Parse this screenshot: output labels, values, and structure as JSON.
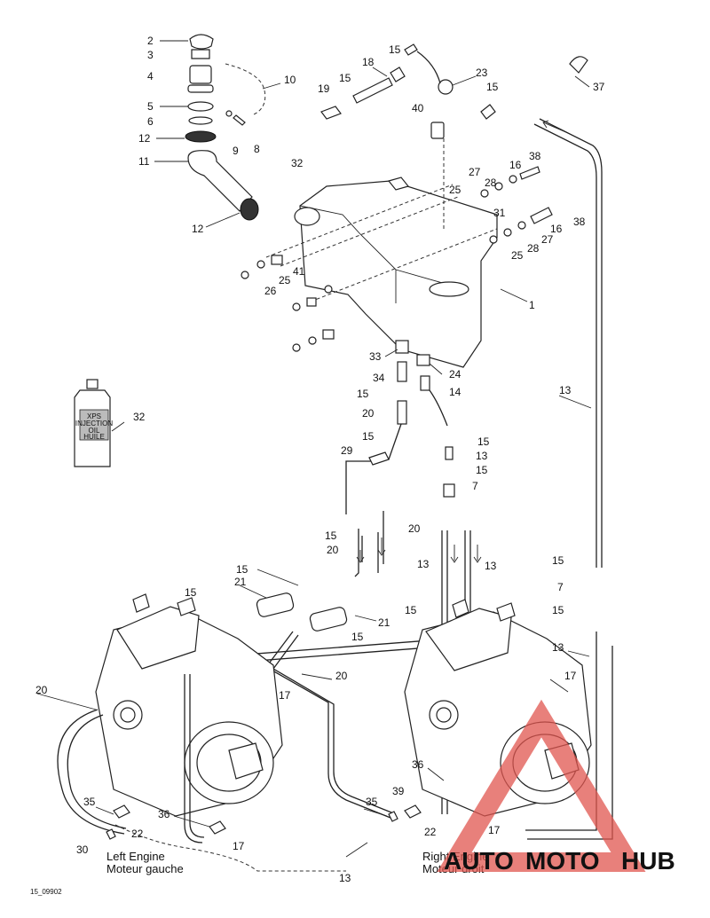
{
  "diagram": {
    "reference_code": "15_09902",
    "captions": {
      "left_engine_en": "Left Engine",
      "left_engine_fr": "Moteur gauche",
      "right_engine_en": "Right Engine",
      "right_engine_fr": "Moteur droit"
    },
    "bottle": {
      "lines": [
        "XPS",
        "INJECTION",
        "OIL",
        "HUILE"
      ]
    },
    "callouts": [
      {
        "id": "c2",
        "text": "2"
      },
      {
        "id": "c3",
        "text": "3"
      },
      {
        "id": "c4",
        "text": "4"
      },
      {
        "id": "c5",
        "text": "5"
      },
      {
        "id": "c6",
        "text": "6"
      },
      {
        "id": "c12a",
        "text": "12"
      },
      {
        "id": "c11",
        "text": "11"
      },
      {
        "id": "c9",
        "text": "9"
      },
      {
        "id": "c8",
        "text": "8"
      },
      {
        "id": "c10",
        "text": "10"
      },
      {
        "id": "c12b",
        "text": "12"
      },
      {
        "id": "c32a",
        "text": "32"
      },
      {
        "id": "c19",
        "text": "19"
      },
      {
        "id": "c15a",
        "text": "15"
      },
      {
        "id": "c18",
        "text": "18"
      },
      {
        "id": "c15b",
        "text": "15"
      },
      {
        "id": "c23",
        "text": "23"
      },
      {
        "id": "c15c",
        "text": "15"
      },
      {
        "id": "c40",
        "text": "40"
      },
      {
        "id": "c37",
        "text": "37"
      },
      {
        "id": "c38a",
        "text": "38"
      },
      {
        "id": "c16a",
        "text": "16"
      },
      {
        "id": "c27a",
        "text": "27"
      },
      {
        "id": "c28a",
        "text": "28"
      },
      {
        "id": "c25a",
        "text": "25"
      },
      {
        "id": "c31",
        "text": "31"
      },
      {
        "id": "c38b",
        "text": "38"
      },
      {
        "id": "c16b",
        "text": "16"
      },
      {
        "id": "c27b",
        "text": "27"
      },
      {
        "id": "c28b",
        "text": "28"
      },
      {
        "id": "c25b",
        "text": "25"
      },
      {
        "id": "c41",
        "text": "41"
      },
      {
        "id": "c25c",
        "text": "25"
      },
      {
        "id": "c26",
        "text": "26"
      },
      {
        "id": "c1",
        "text": "1"
      },
      {
        "id": "c33",
        "text": "33"
      },
      {
        "id": "c24",
        "text": "24"
      },
      {
        "id": "c34",
        "text": "34"
      },
      {
        "id": "c14",
        "text": "14"
      },
      {
        "id": "c15d",
        "text": "15"
      },
      {
        "id": "c20a",
        "text": "20"
      },
      {
        "id": "c13a",
        "text": "13"
      },
      {
        "id": "c32b",
        "text": "32"
      },
      {
        "id": "c15e",
        "text": "15"
      },
      {
        "id": "c29",
        "text": "29"
      },
      {
        "id": "c13b",
        "text": "13"
      },
      {
        "id": "c15f",
        "text": "15"
      },
      {
        "id": "c7a",
        "text": "7"
      },
      {
        "id": "c15g",
        "text": "15"
      },
      {
        "id": "c20b",
        "text": "20"
      },
      {
        "id": "c15h",
        "text": "15"
      },
      {
        "id": "c20c",
        "text": "20"
      },
      {
        "id": "c15i",
        "text": "15"
      },
      {
        "id": "c13c",
        "text": "13"
      },
      {
        "id": "c13d",
        "text": "13"
      },
      {
        "id": "c21a",
        "text": "21"
      },
      {
        "id": "c15j",
        "text": "15"
      },
      {
        "id": "c15k",
        "text": "15"
      },
      {
        "id": "c21b",
        "text": "21"
      },
      {
        "id": "c15l",
        "text": "15"
      },
      {
        "id": "c15m",
        "text": "15"
      },
      {
        "id": "c7b",
        "text": "7"
      },
      {
        "id": "c15n",
        "text": "15"
      },
      {
        "id": "c13e",
        "text": "13"
      },
      {
        "id": "c20d",
        "text": "20"
      },
      {
        "id": "c20e",
        "text": "20"
      },
      {
        "id": "c17a",
        "text": "17"
      },
      {
        "id": "c17b",
        "text": "17"
      },
      {
        "id": "c36a",
        "text": "36"
      },
      {
        "id": "c35a",
        "text": "35"
      },
      {
        "id": "c22a",
        "text": "22"
      },
      {
        "id": "c30",
        "text": "30"
      },
      {
        "id": "c36b",
        "text": "36"
      },
      {
        "id": "c17c",
        "text": "17"
      },
      {
        "id": "c39",
        "text": "39"
      },
      {
        "id": "c35b",
        "text": "35"
      },
      {
        "id": "c22b",
        "text": "22"
      },
      {
        "id": "c17d",
        "text": "17"
      },
      {
        "id": "c13f",
        "text": "13"
      }
    ]
  },
  "watermark": {
    "brand_left": "AUTO",
    "brand_mid": "MOTO",
    "brand_right": "HUB",
    "color_accent": "#e0554f",
    "color_dark": "#333333"
  }
}
